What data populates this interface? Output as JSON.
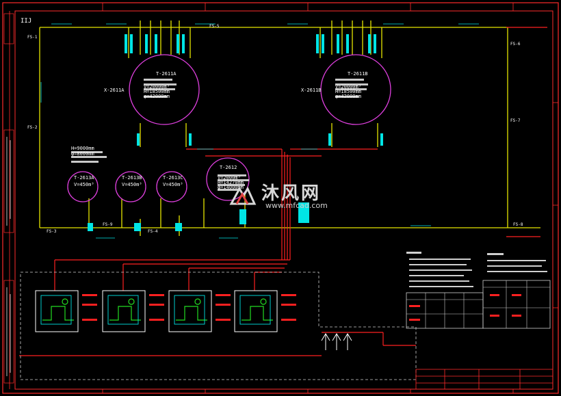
{
  "drawing": {
    "sheet_mark": "IIJ",
    "colors": {
      "background": "#000000",
      "border": "#ff2b2b",
      "yellow_line": "#e6e600",
      "red_line": "#ff2020",
      "tank": "#e040e0",
      "cyan": "#00e5e5",
      "green": "#22dd22",
      "white": "#ffffff",
      "dashed_box": "#cfcfcf"
    }
  },
  "tanks": {
    "t2611a": {
      "tag": "T-2611A",
      "lines": [
        "V=20000m³",
        "H=18500mm",
        "φ=42000mm"
      ]
    },
    "t2611b": {
      "tag": "T-2611B",
      "lines": [
        "V=20000m³",
        "H=18500mm",
        "φ=42000mm"
      ]
    },
    "t2612": {
      "tag": "T-2612",
      "lines": [
        "V=2000m³",
        "H=14270mm",
        "φ=14000mm"
      ]
    },
    "t2613a": {
      "tag": "T-2613A",
      "lines": [
        "V=450m³"
      ]
    },
    "t2613b": {
      "tag": "T-2613B",
      "lines": [
        "V=450m³"
      ]
    },
    "t2613c": {
      "tag": "T-2613C",
      "lines": [
        "V=450m³"
      ]
    }
  },
  "side_tags": {
    "x2611a": "X-2611A",
    "x2611b": "X-2611B"
  },
  "spec_note": [
    "H=9000mm",
    "φ=8000mm"
  ],
  "line_tags": {
    "fs1": "FS-1",
    "fs2": "FS-2",
    "fs3": "FS-3",
    "fs4": "FS-4",
    "fs5": "FS-5",
    "fs6": "FS-6",
    "fs7": "FS-7",
    "fs8": "FS-8",
    "fs9": "FS-9"
  },
  "watermark": {
    "cn": "沐风网",
    "url": "www.mfcad.com"
  }
}
